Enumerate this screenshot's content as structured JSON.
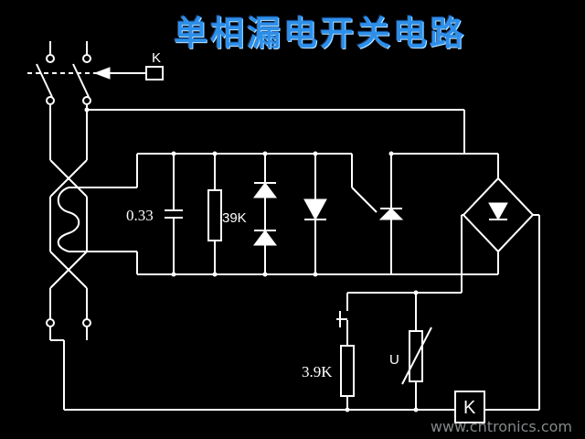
{
  "title": "单相漏电开关电路",
  "labels": {
    "capacitor": "0.33",
    "resistor_top": "39K",
    "resistor_bottom": "3.9K",
    "varistor": "U",
    "relay_top": "K",
    "relay_bottom": "K"
  },
  "watermark": "www.cntronics.com",
  "colors": {
    "background": "#000000",
    "title": "#2e8fe8",
    "lines": "#ffffff",
    "watermark": "#9aa0a0"
  }
}
